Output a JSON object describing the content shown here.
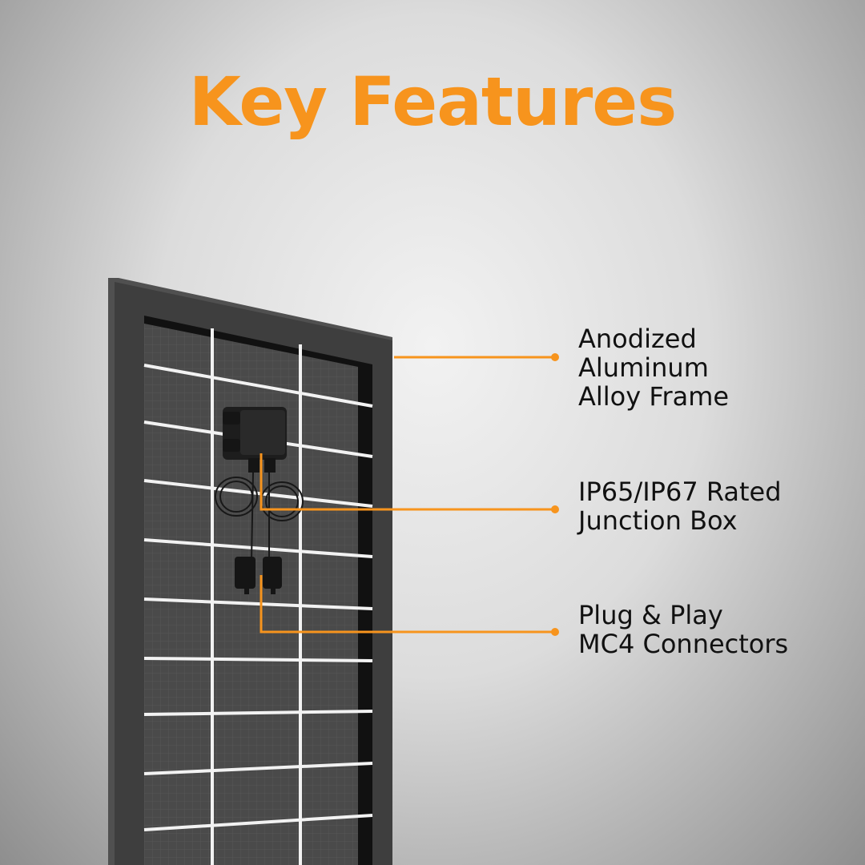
{
  "title": "Key Features",
  "accent_color": "#f7941d",
  "features": [
    {
      "lines": [
        "Anodized",
        "Aluminum",
        "Alloy Frame"
      ]
    },
    {
      "lines": [
        "IP65/IP67 Rated",
        "Junction Box"
      ]
    },
    {
      "lines": [
        "Plug & Play",
        "MC4 Connectors"
      ]
    }
  ]
}
